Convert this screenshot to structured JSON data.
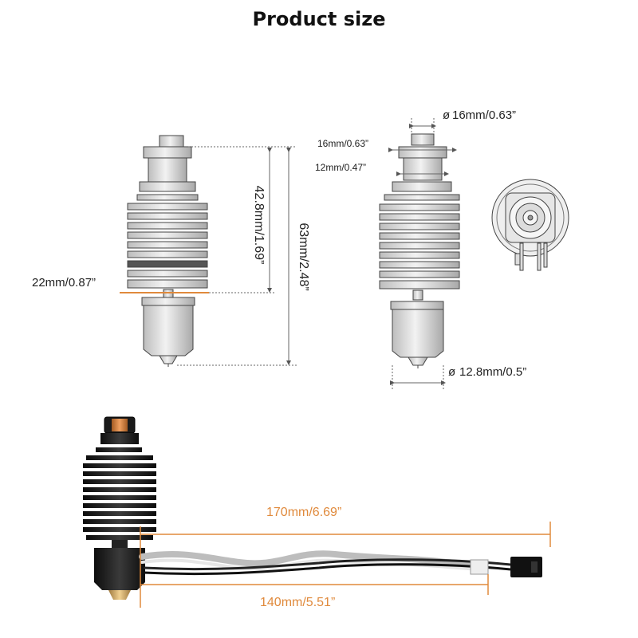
{
  "title": "Product size",
  "dimensions": {
    "total_height": "63mm/2.48”",
    "heatsink_height": "42.8mm/1.69”",
    "base_width": "22mm/0.87”",
    "top_diameter": "16mm/0.63”",
    "top_width": "16mm/0.63”",
    "neck_width": "12mm/0.47”",
    "nozzle_diameter": "12.8mm/0.5”",
    "cable_long": "170mm/6.69”",
    "cable_short": "140mm/5.51”"
  },
  "diameter_symbol": "ø",
  "colors": {
    "accent": "#e08a3c",
    "line": "#555555",
    "metal_light": "#d9d9d9",
    "metal_dark": "#1a1a1a",
    "copper": "#c8783a",
    "brass": "#c9a060"
  }
}
